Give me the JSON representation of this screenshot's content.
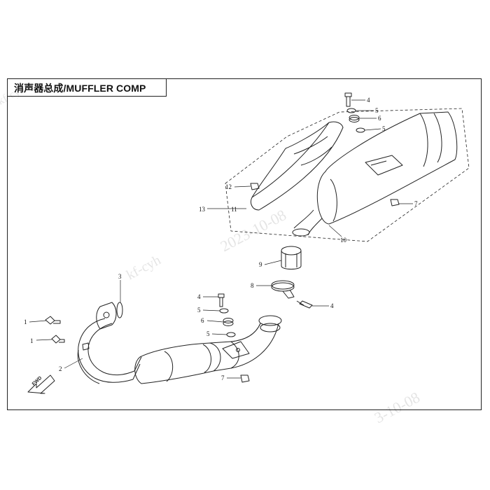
{
  "title": "消声器总成/MUFFLER COMP",
  "fwd_label": "FWD",
  "watermark": {
    "user": "kf-cyh",
    "user2": "kf-cyh",
    "date": "2023-10-08",
    "date_partial": "3-10-08"
  },
  "callouts": [
    "1",
    "1",
    "2",
    "3",
    "4",
    "5",
    "6",
    "5",
    "7",
    "8",
    "4",
    "9",
    "10",
    "11",
    "12",
    "13",
    "4",
    "5",
    "6",
    "5",
    "7"
  ],
  "colors": {
    "line": "#222222",
    "background": "#ffffff"
  }
}
